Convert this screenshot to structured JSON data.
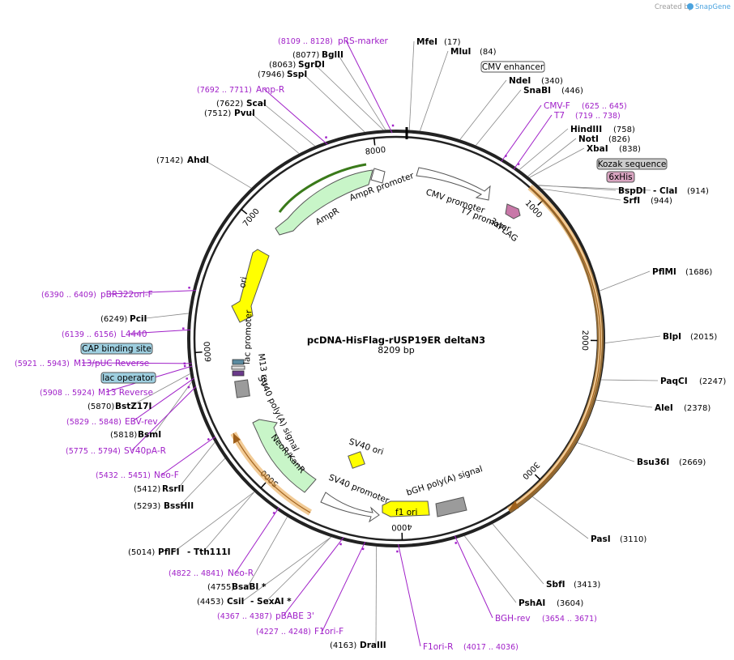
{
  "header": {
    "created_by": "Created by",
    "brand": "SnapGene"
  },
  "plasmid": {
    "name": "pcDNA-HisFlag-rUSP19ER deltaN3",
    "length": "8209 bp"
  },
  "ticks": [
    "1000",
    "2000",
    "3000",
    "4000",
    "5000",
    "6000",
    "7000",
    "8000"
  ],
  "enzymes": [
    {
      "name": "MfeI",
      "pos": "(17)"
    },
    {
      "name": "MluI",
      "pos": "(84)"
    },
    {
      "name": "NdeI",
      "pos": "(340)"
    },
    {
      "name": "SnaBI",
      "pos": "(446)"
    },
    {
      "name": "HindIII",
      "pos": "(758)"
    },
    {
      "name": "NotI",
      "pos": "(826)"
    },
    {
      "name": "XbaI",
      "pos": "(838)"
    },
    {
      "name": "BspDI",
      "pos": ""
    },
    {
      "name": "- ClaI",
      "pos": "(914)"
    },
    {
      "name": "SrfI",
      "pos": "(944)"
    },
    {
      "name": "PflMI",
      "pos": "(1686)"
    },
    {
      "name": "BlpI",
      "pos": "(2015)"
    },
    {
      "name": "PaqCI",
      "pos": "(2247)"
    },
    {
      "name": "AleI",
      "pos": "(2378)"
    },
    {
      "name": "Bsu36I",
      "pos": "(2669)"
    },
    {
      "name": "PasI",
      "pos": "(3110)"
    },
    {
      "name": "SbfI",
      "pos": "(3413)"
    },
    {
      "name": "PshAI",
      "pos": "(3604)"
    },
    {
      "name": "DraIII",
      "pos": "(4163)"
    },
    {
      "name": "CsiI",
      "pos": "(4453)"
    },
    {
      "name": "- SexAI *",
      "pos": ""
    },
    {
      "name": "BsaBI *",
      "pos": "(4755)"
    },
    {
      "name": "PflFI",
      "pos": "(5014)"
    },
    {
      "name": "- Tth111I",
      "pos": ""
    },
    {
      "name": "BssHII",
      "pos": "(5293)"
    },
    {
      "name": "RsrII",
      "pos": "(5412)"
    },
    {
      "name": "BsmI",
      "pos": "(5818)"
    },
    {
      "name": "BstZ17I",
      "pos": "(5870)"
    },
    {
      "name": "PciI",
      "pos": "(6249)"
    },
    {
      "name": "AhdI",
      "pos": "(7142)"
    },
    {
      "name": "PvuI",
      "pos": "(7512)"
    },
    {
      "name": "ScaI",
      "pos": "(7622)"
    },
    {
      "name": "SspI",
      "pos": "(7946)"
    },
    {
      "name": "SgrDI",
      "pos": "(8063)"
    },
    {
      "name": "BglII",
      "pos": "(8077)"
    }
  ],
  "primers": [
    {
      "name": "pRS-marker",
      "pos": "(8109 .. 8128)"
    },
    {
      "name": "Amp-R",
      "pos": "(7692 .. 7711)"
    },
    {
      "name": "CMV-F",
      "pos": "(625 .. 645)"
    },
    {
      "name": "T7",
      "pos": "(719 .. 738)"
    },
    {
      "name": "pBR322ori-F",
      "pos": "(6390 .. 6409)"
    },
    {
      "name": "L4440",
      "pos": "(6139 .. 6156)"
    },
    {
      "name": "M13/pUC Reverse",
      "pos": "(5921 .. 5943)"
    },
    {
      "name": "M13 Reverse",
      "pos": "(5908 .. 5924)"
    },
    {
      "name": "EBV-rev",
      "pos": "(5829 .. 5848)"
    },
    {
      "name": "SV40pA-R",
      "pos": "(5775 .. 5794)"
    },
    {
      "name": "Neo-F",
      "pos": "(5432 .. 5451)"
    },
    {
      "name": "Neo-R",
      "pos": "(4822 .. 4841)"
    },
    {
      "name": "pBABE 3'",
      "pos": "(4367 .. 4387)"
    },
    {
      "name": "F1ori-F",
      "pos": "(4227 .. 4248)"
    },
    {
      "name": "F1ori-R",
      "pos": "(4017 .. 4036)"
    },
    {
      "name": "BGH-rev",
      "pos": "(3654 .. 3671)"
    }
  ],
  "feature_boxes": [
    {
      "name": "CMV enhancer"
    },
    {
      "name": "Kozak sequence"
    },
    {
      "name": "6xHis"
    },
    {
      "name": "CAP binding site"
    },
    {
      "name": "lac operator"
    }
  ],
  "features": {
    "cmv_promoter": "CMV promoter",
    "t7_promoter": "T7 promoter",
    "flag": "3xFLAG",
    "ampr": "AmpR",
    "ampr_promoter": "AmpR promoter",
    "ori": "ori",
    "lac_promoter": "lac promoter",
    "m13_rev": "M13 rev",
    "sv40_polya": "SV40 poly(A) signal",
    "neor": "NeoR/KanR",
    "sv40_ori": "SV40 ori",
    "sv40_promoter": "SV40 promoter",
    "bgh": "bGH poly(A) signal",
    "f1_ori": "f1 ori"
  },
  "colors": {
    "primer": "#a020c8",
    "ampr": "#c8f5c8",
    "ori": "#ffff00",
    "cds": "#f5a623",
    "feature_gray": "#9b9b9b",
    "lac_op": "#9ecfe0",
    "his": "#d8a4c0",
    "flag": "#c878a8"
  }
}
